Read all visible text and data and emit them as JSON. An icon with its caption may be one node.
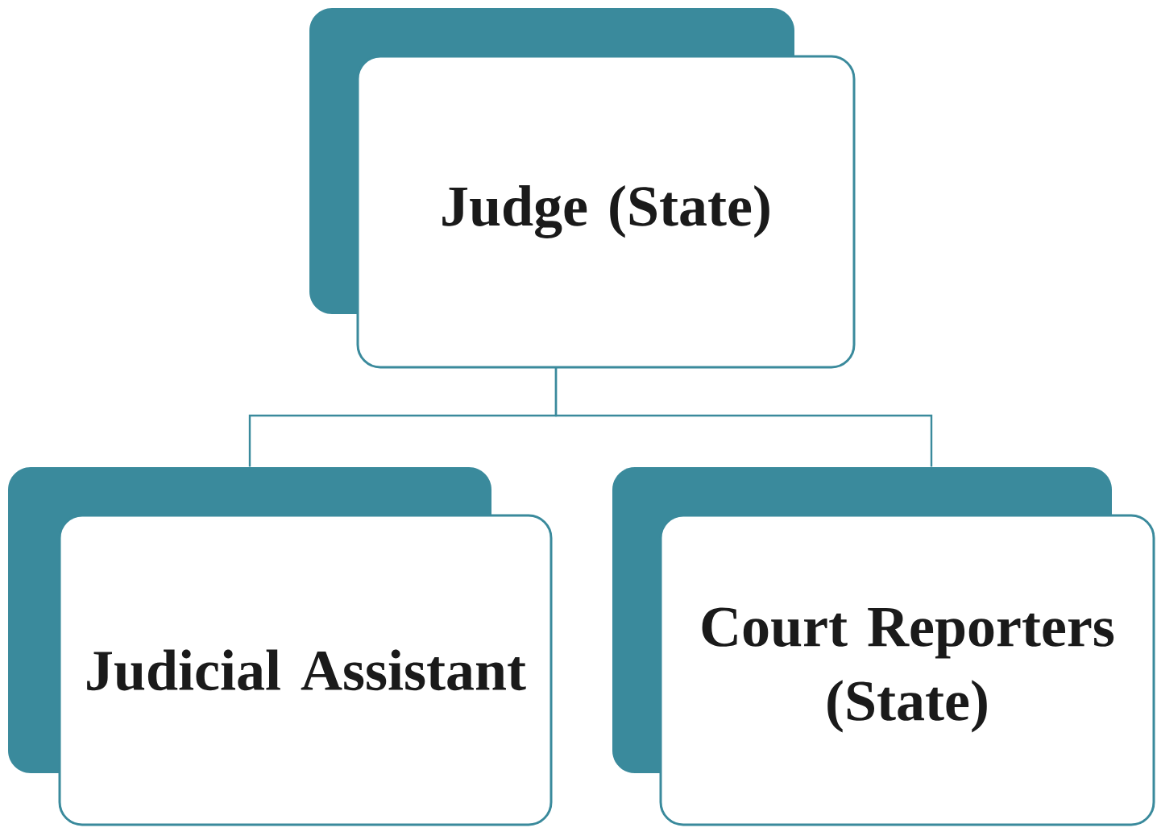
{
  "diagram": {
    "nodes": [
      {
        "text": [
          "Judge (State)"
        ]
      },
      {
        "text": [
          "Judicial Assistant"
        ]
      },
      {
        "text": [
          "Court Reporters (State)"
        ]
      }
    ],
    "edges": [
      {
        "from": 0,
        "to": 1,
        "arrow": "none"
      },
      {
        "from": 0,
        "to": 2,
        "arrow": "none"
      }
    ]
  }
}
